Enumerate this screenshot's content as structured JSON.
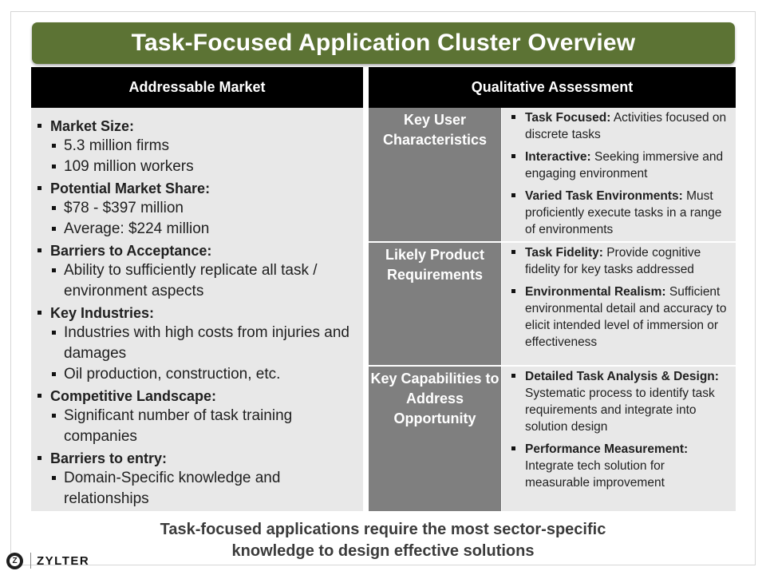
{
  "title": "Task-Focused Application Cluster Overview",
  "headers": {
    "left": "Addressable Market",
    "right": "Qualitative Assessment"
  },
  "market": [
    {
      "heading": "Market Size:",
      "items": [
        "5.3 million firms",
        "109 million workers"
      ]
    },
    {
      "heading": "Potential Market Share:",
      "items": [
        "$78 - $397 million",
        "Average: $224 million"
      ]
    },
    {
      "heading": "Barriers to Acceptance:",
      "items": [
        "Ability to sufficiently replicate all task / environment aspects"
      ]
    },
    {
      "heading": "Key Industries:",
      "items": [
        "Industries with high costs from injuries and damages",
        "Oil production, construction, etc."
      ]
    },
    {
      "heading": "Competitive Landscape:",
      "items": [
        "Significant number of task training companies"
      ]
    },
    {
      "heading": "Barriers to entry:",
      "items": [
        "Domain-Specific knowledge and relationships"
      ]
    }
  ],
  "assessment": [
    {
      "label": "Key User Characteristics",
      "points": [
        {
          "bold": "Task Focused:",
          "text": " Activities focused on discrete tasks"
        },
        {
          "bold": "Interactive:",
          "text": " Seeking immersive and engaging environment"
        },
        {
          "bold": "Varied Task Environments:",
          "text": " Must proficiently execute tasks in a range of environments"
        }
      ]
    },
    {
      "label": "Likely Product Requirements",
      "points": [
        {
          "bold": "Task Fidelity:",
          "text": " Provide cognitive fidelity for key tasks addressed"
        },
        {
          "bold": "Environmental Realism:",
          "text": " Sufficient environmental detail and accuracy to elicit intended level of immersion or effectiveness"
        }
      ]
    },
    {
      "label": "Key Capabilities to Address Opportunity",
      "points": [
        {
          "bold": "Detailed Task Analysis & Design:",
          "text": " Systematic process to identify task requirements and integrate into solution design"
        },
        {
          "bold": "Performance Measurement:",
          "text": " Integrate tech solution for measurable improvement"
        }
      ]
    }
  ],
  "footer": {
    "line1": "Task-focused applications require the most sector-specific",
    "line2": "knowledge to design effective solutions"
  },
  "logo": {
    "mark": "Z",
    "text": "ZYLTER",
    "icon": "zylter-logo-icon"
  }
}
